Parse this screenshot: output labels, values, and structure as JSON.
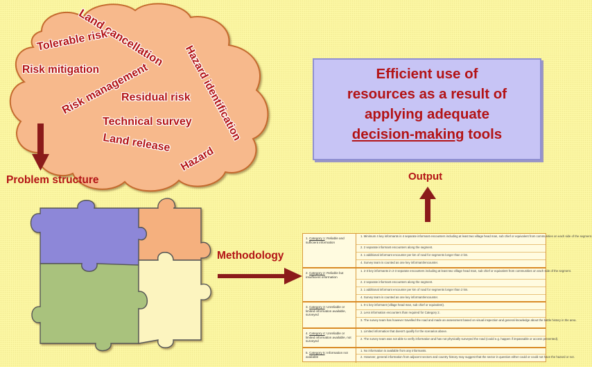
{
  "cloud": {
    "terms": [
      {
        "id": "land-cancellation",
        "text": "Land cancellation"
      },
      {
        "id": "tolerable-risk",
        "text": "Tolerable risk"
      },
      {
        "id": "hazard-identification",
        "text": "Hazard identification"
      },
      {
        "id": "risk-mitigation",
        "text": "Risk mitigation"
      },
      {
        "id": "risk-management",
        "text": "Risk management"
      },
      {
        "id": "residual-risk",
        "text": "Residual risk"
      },
      {
        "id": "technical-survey",
        "text": "Technical survey"
      },
      {
        "id": "land-release",
        "text": "Land release"
      },
      {
        "id": "hazard",
        "text": "Hazard"
      }
    ]
  },
  "labels": {
    "problem_structure": "Problem structure",
    "methodology": "Methodology",
    "output": "Output"
  },
  "result": {
    "line1": "Efficient use of",
    "line2": "resources as a result of",
    "line3": "applying adequate",
    "line4_u": "decision-making",
    "line4_rest": " tools"
  },
  "categories": [
    {
      "label_prefix": "1.  ",
      "name": "Category 1",
      "desc": ": Reliable and sufficient information",
      "criteria": [
        "1.   Minimum 4 key informants in 4 separate informant encounters including at least two village head man, sub chief or equivalent from communities on each side of the segment.",
        "2.   2 separate informant encounters along the segment.",
        "3.   1 additional informant encounter per km of road for segments longer than 2 km.",
        "4.   Survey team is counted as one key informant/encounter."
      ]
    },
    {
      "label_prefix": "2.  ",
      "name": "Category 2",
      "desc": ": Reliable but insufficient information",
      "criteria": [
        "1.   2-3 key informants in 2-3 separate encounters including at least two village head man, sub chief or equivalent from communities on each side of the segment.",
        "2.   2 separate informant encounters along the segment.",
        "3.   1 additional informant encounter per km of road for segments longer than 2 km.",
        "4.   Survey team is counted as one key informant/encounter."
      ]
    },
    {
      "label_prefix": "3.  ",
      "name": "Category 3",
      "desc": ": Unreliable or limited information available, surveyed",
      "criteria": [
        "1.   0-1 key informant (village head man, sub chief or equivalent).",
        "2.   Less information encounters than required for Category 2.",
        "3.   The survey team has however travelled the road and made an assessment based on visual inspection and general knowledge about the battle history in the area."
      ]
    },
    {
      "label_prefix": "4.  ",
      "name": "Category 4",
      "desc": ": Unreliable or limited information available,  not surveyed",
      "criteria": [
        "1.   Limited information that doesn't qualify for the scenarios above.",
        "2.   The survey team was not able to verify information and has not physically surveyed the road (could e.g. happen if impassable or access prevented)."
      ]
    },
    {
      "label_prefix": "5.  ",
      "name": "Category 5",
      "desc": ": Information not available",
      "criteria": [
        "1.   No information is available from any informants.",
        "2.   However, general information from adjacent sectors and country history may suggest that the sector in question either could or could not have the hazard or not."
      ]
    }
  ],
  "colors": {
    "background": "#fcf7a4",
    "cloud": "#f7b98c",
    "text_red": "#b31315",
    "arrow": "#8b1a1a",
    "puzzle_blue": "#8d87d8",
    "puzzle_orange": "#f5b07e",
    "puzzle_green": "#a9c27d",
    "puzzle_cream": "#fcf4bf",
    "result_box": "#c7c4f5"
  }
}
